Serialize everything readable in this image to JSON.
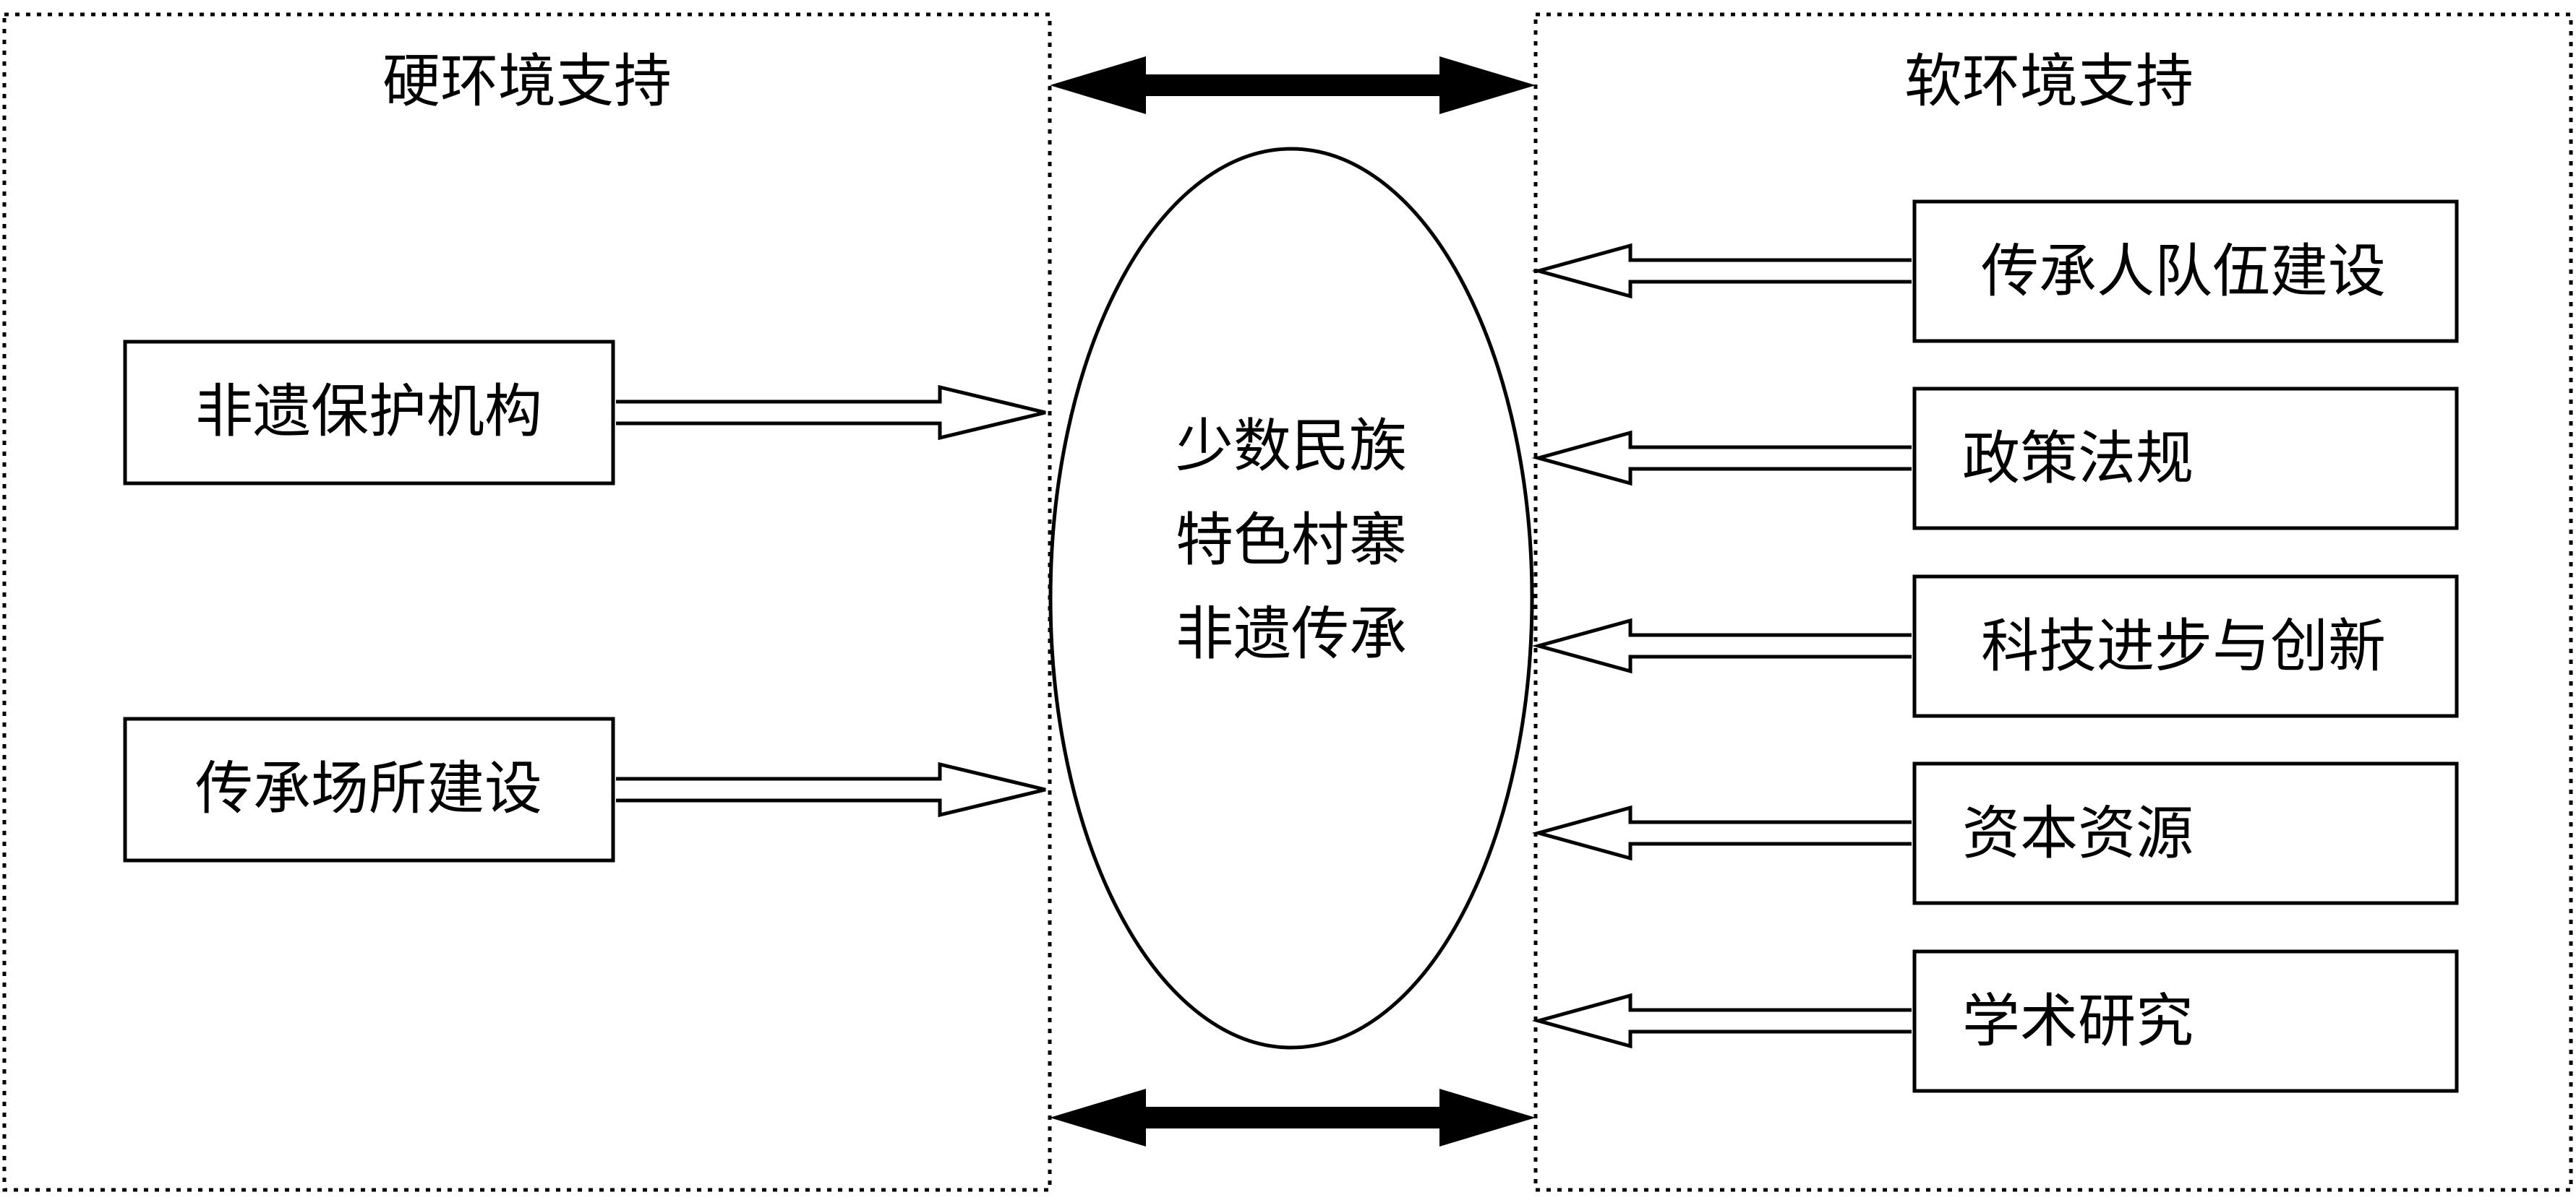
{
  "left_panel": {
    "title": "硬环境支持",
    "items": [
      {
        "label": "非遗保护机构"
      },
      {
        "label": "传承场所建设"
      }
    ]
  },
  "right_panel": {
    "title": "软环境支持",
    "items": [
      {
        "label": "传承人队伍建设"
      },
      {
        "label": "政策法规"
      },
      {
        "label": "科技进步与创新"
      },
      {
        "label": "资本资源"
      },
      {
        "label": "学术研究"
      }
    ]
  },
  "center": {
    "lines": [
      "少数民族",
      "特色村寨",
      "非遗传承"
    ]
  },
  "colors": {
    "stroke": "#000000",
    "background": "#ffffff"
  }
}
